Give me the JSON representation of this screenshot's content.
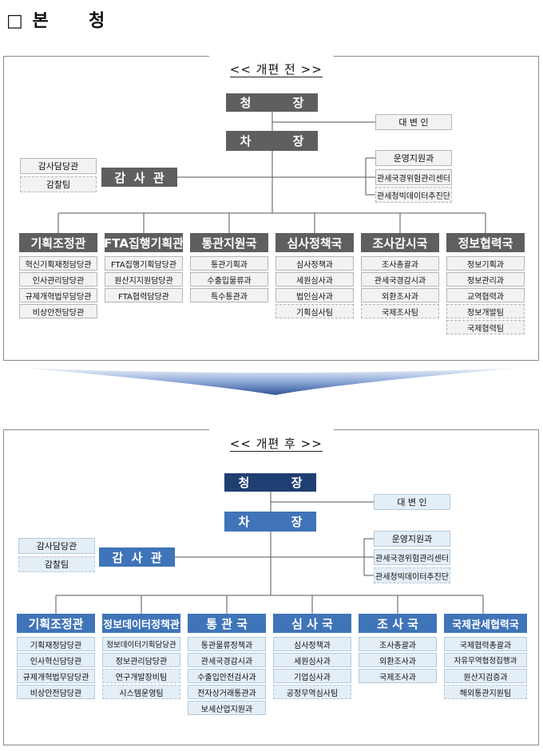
{
  "page_title": "□ 본     청",
  "before": {
    "label": "<< 개편 전 >>",
    "commissioner": "청          장",
    "vice": "차          장",
    "spokesperson": "대 변 인",
    "audit": "감  사  관",
    "audit_units": [
      "감사담당관",
      "감찰팀"
    ],
    "support_units": [
      "운영지원과",
      "관세국경위험관리센터",
      "관세청빅데이터추진단"
    ],
    "bureaus": [
      {
        "name": "기획조정관",
        "units": [
          "혁신기획재정담당관",
          "인사관리담당관",
          "규제개혁법무담당관",
          "비상안전담당관"
        ]
      },
      {
        "name": "FTA집행기획관",
        "units": [
          "FTA집행기획담당관",
          "원산지지원담당관",
          "FTA협력담당관"
        ]
      },
      {
        "name": "통관지원국",
        "units": [
          "통관기획과",
          "수출입물류과",
          "특수통관과"
        ]
      },
      {
        "name": "심사정책국",
        "units": [
          "심사정책과",
          "세원심사과",
          "법인심사과",
          "기획심사팀"
        ]
      },
      {
        "name": "조사감시국",
        "units": [
          "조사총괄과",
          "관세국경감시과",
          "외환조사과",
          "국제조사팀"
        ]
      },
      {
        "name": "정보협력국",
        "units": [
          "정보기획과",
          "정보관리과",
          "교역협력과",
          "정보개발팀",
          "국제협력팀"
        ]
      }
    ]
  },
  "after": {
    "label": "<< 개편 후 >>",
    "commissioner": "청          장",
    "vice": "차          장",
    "spokesperson": "대 변 인",
    "audit": "감  사  관",
    "audit_units": [
      "감사담당관",
      "감찰팀"
    ],
    "support_units": [
      "운영지원과",
      "관세국경위험관리센터",
      "관세청빅데이터추진단"
    ],
    "bureaus": [
      {
        "name": "기획조정관",
        "units": [
          "기획재정담당관",
          "인사혁신담당관",
          "규제개혁법무담당관",
          "비상안전담당관"
        ]
      },
      {
        "name": "정보데이터정책관",
        "units": [
          "정보데이터기획담당관",
          "정보관리담당관",
          "연구개발장비팀",
          "시스템운영팀"
        ]
      },
      {
        "name": "통 관 국",
        "units": [
          "통관물류정책과",
          "관세국경감시과",
          "수출입안전검사과",
          "전자상거래통관과",
          "보세산업지원과"
        ]
      },
      {
        "name": "심 사 국",
        "units": [
          "심사정책과",
          "세원심사과",
          "기업심사과",
          "공정무역심사팀"
        ]
      },
      {
        "name": "조 사 국",
        "units": [
          "조사총괄과",
          "외환조사과",
          "국제조사과"
        ]
      },
      {
        "name": "국제관세협력국",
        "units": [
          "국제협력총괄과",
          "자유무역협정집행과",
          "원산지검증과",
          "해외통관지원팀"
        ]
      }
    ]
  }
}
